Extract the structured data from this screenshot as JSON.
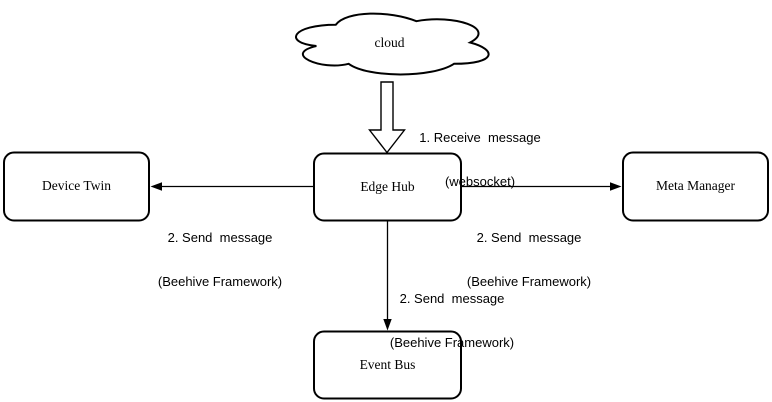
{
  "canvas": {
    "background_color": "#ffffff",
    "stroke_color": "#000000",
    "fill_color": "#ffffff"
  },
  "nodes": {
    "cloud": {
      "label": "cloud",
      "shape": "cloud"
    },
    "device_twin": {
      "label": "Device Twin",
      "shape": "rounded-rectangle"
    },
    "edge_hub": {
      "label": "Edge Hub",
      "shape": "rounded-rectangle"
    },
    "meta_manager": {
      "label": "Meta Manager",
      "shape": "rounded-rectangle"
    },
    "event_bus": {
      "label": "Event Bus",
      "shape": "rounded-rectangle"
    }
  },
  "edges": {
    "cloud_to_edge_hub": {
      "from": "cloud",
      "to": "edge_hub",
      "style": "block-arrow",
      "label_line1": "1. Receive  message",
      "label_line2": "(websocket)"
    },
    "edge_hub_to_device_twin": {
      "from": "edge_hub",
      "to": "device_twin",
      "style": "thin-arrow",
      "label_line1": "2. Send  message",
      "label_line2": "(Beehive Framework)"
    },
    "edge_hub_to_meta_manager": {
      "from": "edge_hub",
      "to": "meta_manager",
      "style": "thin-arrow",
      "label_line1": "2. Send  message",
      "label_line2": "(Beehive Framework)"
    },
    "edge_hub_to_event_bus": {
      "from": "edge_hub",
      "to": "event_bus",
      "style": "thin-arrow",
      "label_line1": "2. Send  message",
      "label_line2": "(Beehive Framework)"
    }
  }
}
